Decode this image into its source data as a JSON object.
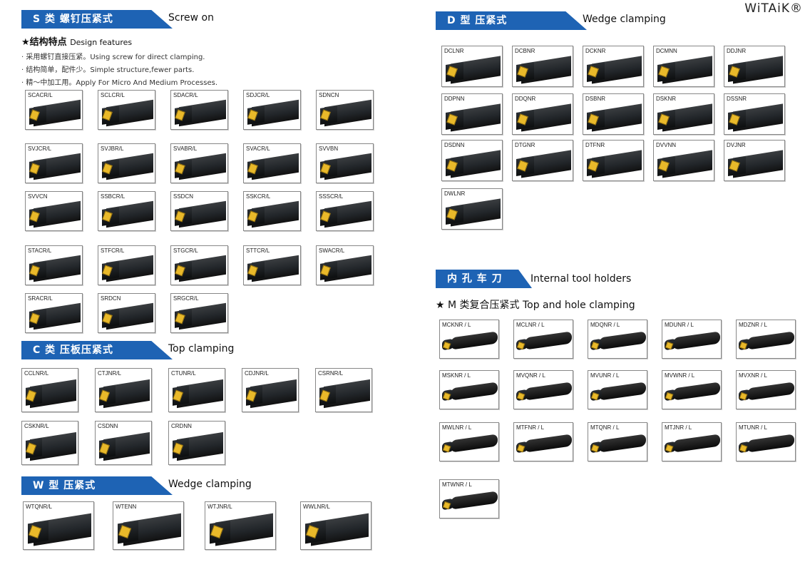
{
  "brand": {
    "logo": "WiTAiK®"
  },
  "sections": {
    "s": {
      "cn": "S 类    螺钉压紧式",
      "en": "Screw on"
    },
    "c": {
      "cn": "C 类    压板压紧式",
      "en": "Top clamping"
    },
    "w": {
      "cn": "W 型    压紧式",
      "en": "Wedge clamping"
    },
    "d": {
      "cn": "D 型    压紧式",
      "en": "Wedge clamping"
    },
    "internal": {
      "cn": "内 孔 车 刀",
      "en": "Internal  tool holders"
    }
  },
  "features": {
    "title": "★结构特点",
    "title_en": "Design features",
    "lines": [
      "· 采用螺钉直接压紧。Using screw for direct clamping.",
      "· 结构简单，配件少。Simple structure,fewer parts.",
      "· 精～中加工用。Apply For Micro And Medium Processes."
    ]
  },
  "m_header": "★ M 类复合压紧式 Top and hole clamping",
  "tools": {
    "s": [
      "SCACR/L",
      "SCLCR/L",
      "SDACR/L",
      "SDJCR/L",
      "SDNCN",
      "SVJCR/L",
      "SVJBR/L",
      "SVABR/L",
      "SVACR/L",
      "SVVBN",
      "SVVCN",
      "SSBCR/L",
      "SSDCN",
      "SSKCR/L",
      "SSSCR/L",
      "STACR/L",
      "STFCR/L",
      "STGCR/L",
      "STTCR/L",
      "SWACR/L",
      "SRACR/L",
      "SRDCN",
      "SRGCR/L"
    ],
    "c": [
      "CCLNR/L",
      "CTJNR/L",
      "CTUNR/L",
      "CDJNR/L",
      "CSRNR/L",
      "CSKNR/L",
      "CSDNN",
      "CRDNN"
    ],
    "w": [
      "WTQNR/L",
      "WTENN",
      "WTJNR/L",
      "WWLNR/L"
    ],
    "d": [
      "DCLNR",
      "DCBNR",
      "DCKNR",
      "DCMNN",
      "DDJNR",
      "DDPNN",
      "DDQNR",
      "DSBNR",
      "DSKNR",
      "DSSNR",
      "DSDNN",
      "DTGNR",
      "DTFNR",
      "DVVNN",
      "DVJNR",
      "DWLNR"
    ],
    "m": [
      "MCKNR / L",
      "MCLNR / L",
      "MDQNR / L",
      "MDUNR / L",
      "MDZNR / L",
      "MSKNR / L",
      "MVQNR / L",
      "MVUNR / L",
      "MVWNR / L",
      "MVXNR / L",
      "MWLNR / L",
      "MTFNR / L",
      "MTQNR / L",
      "MTJNR / L",
      "MTUNR / L",
      "MTWNR / L"
    ]
  },
  "colors": {
    "band": "#1e63b4",
    "insert": "#e9b92a"
  }
}
